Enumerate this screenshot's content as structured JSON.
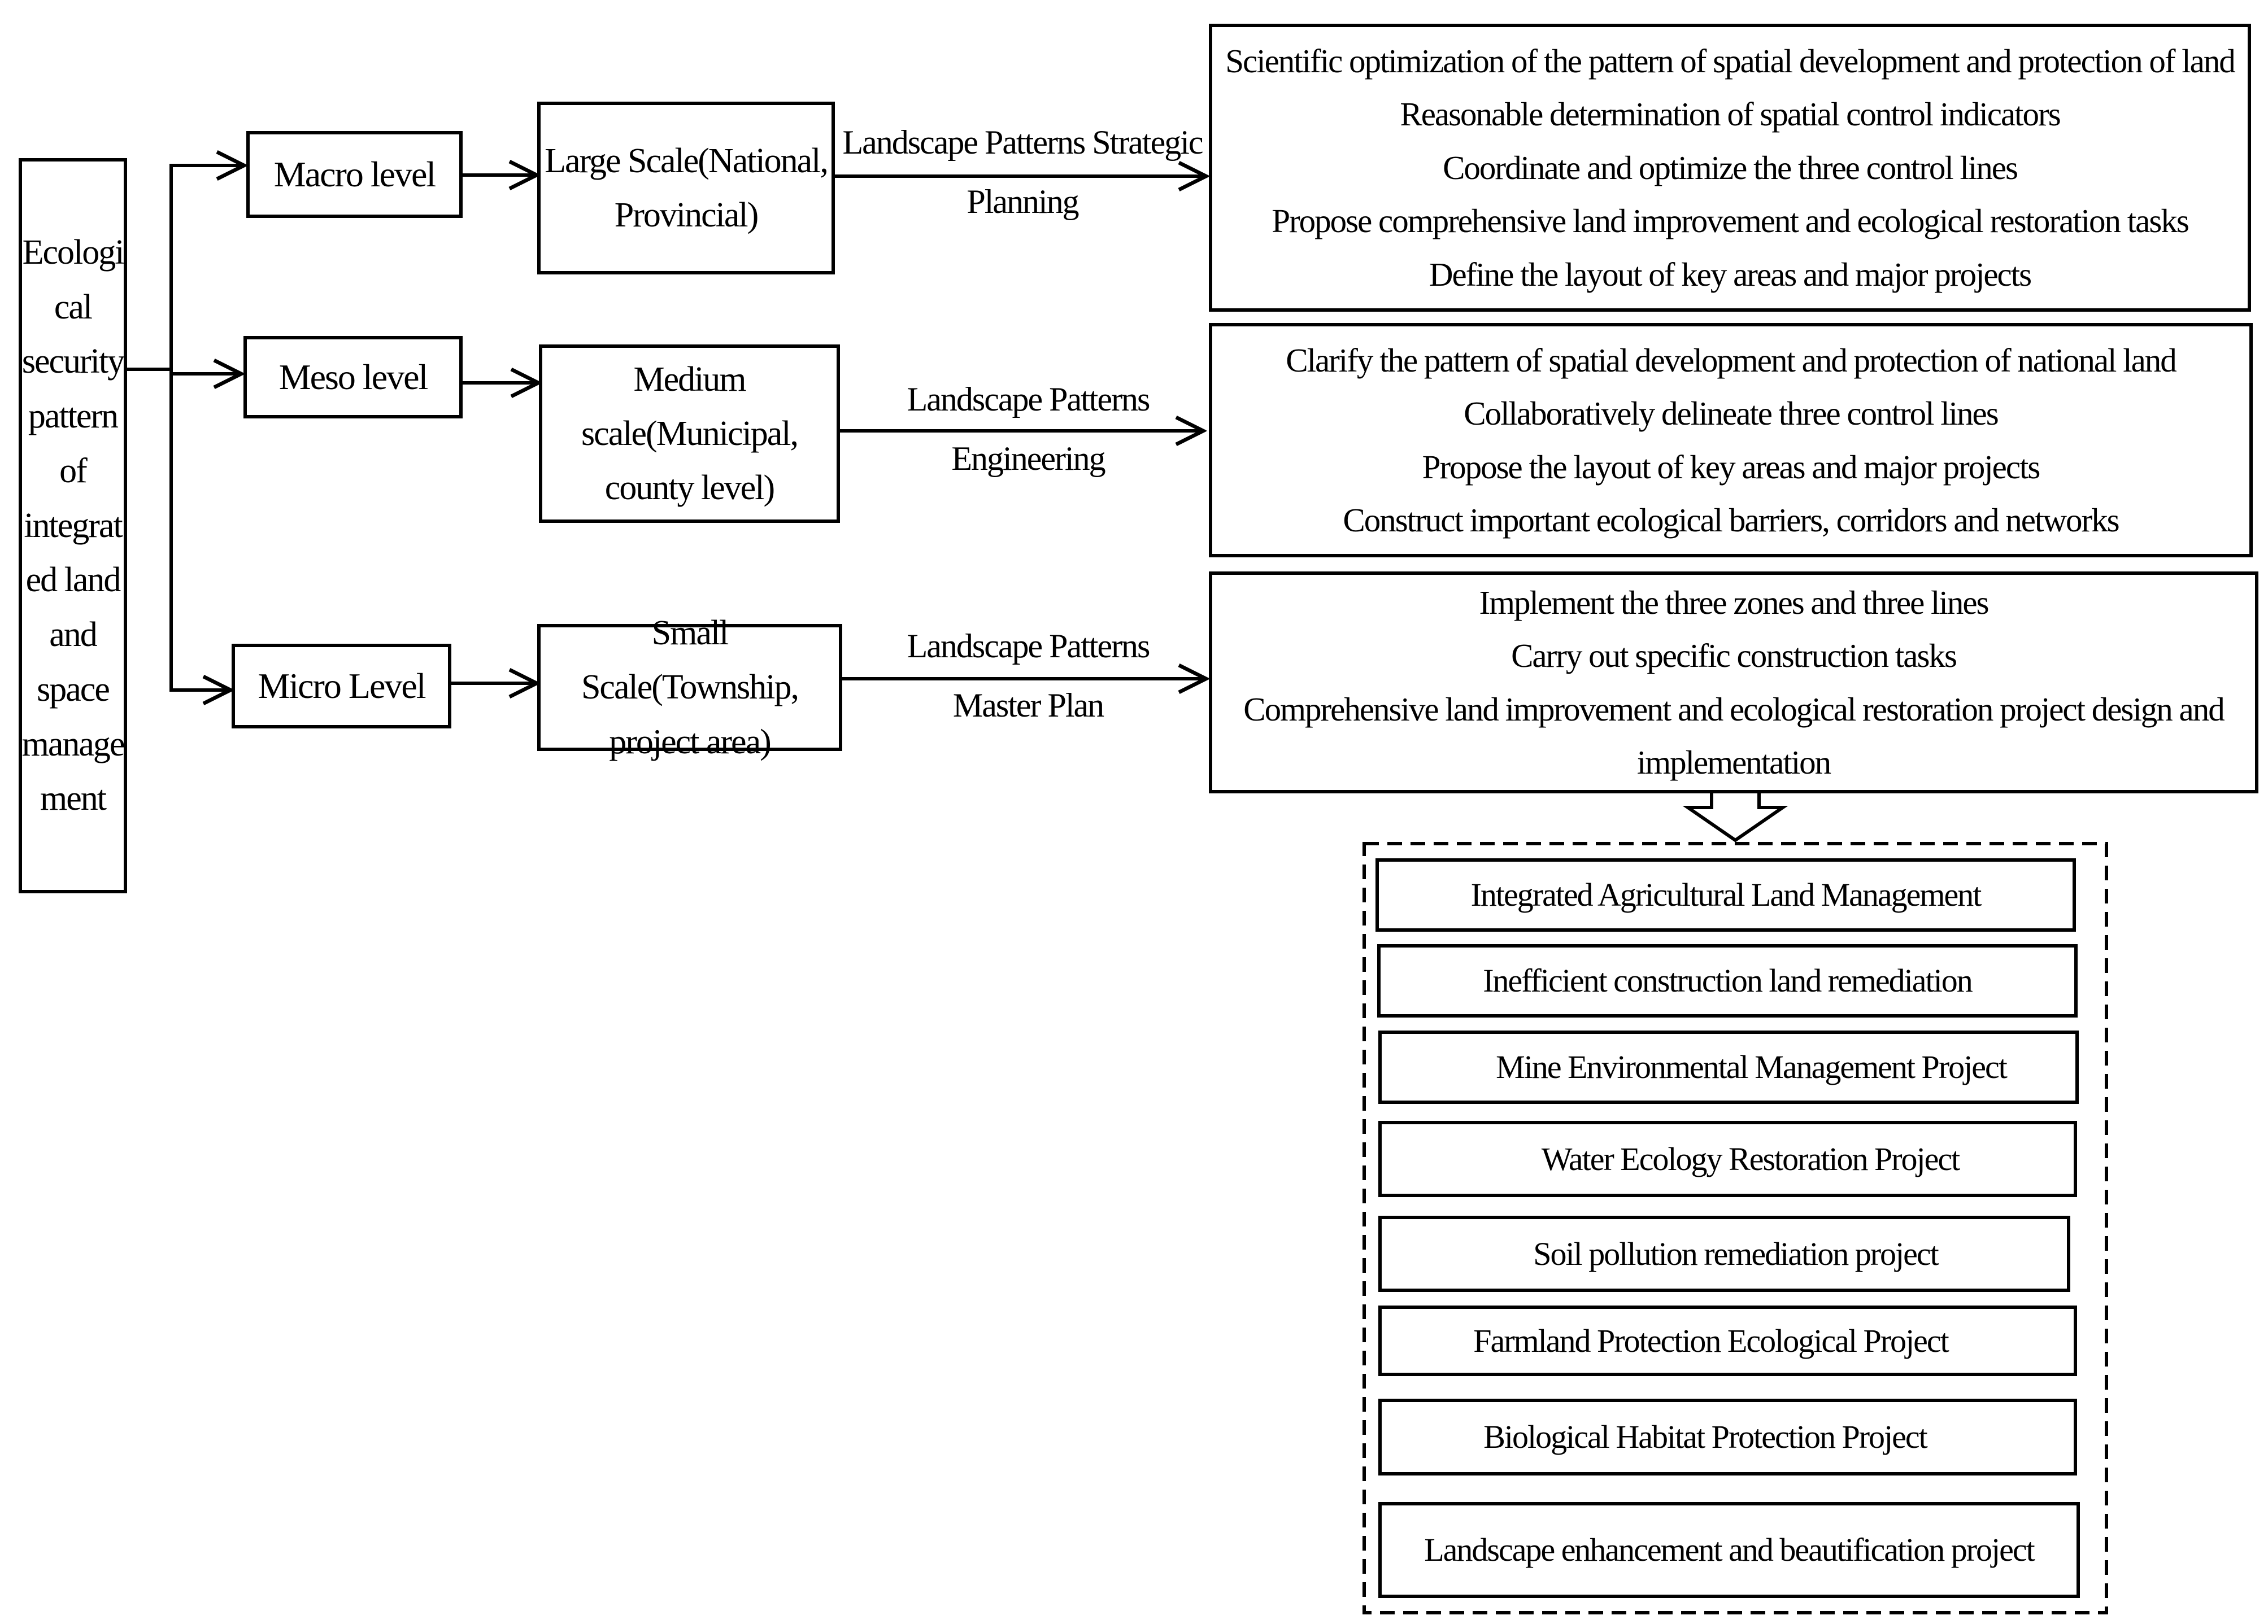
{
  "main_box": {
    "lines": [
      "Ecologi",
      "cal",
      "security",
      "pattern",
      "of",
      "integrat",
      "ed land",
      "and",
      "space",
      "manage",
      "ment"
    ]
  },
  "levels": {
    "macro": "Macro level",
    "meso": "Meso level",
    "micro": "Micro Level"
  },
  "scales": {
    "large": [
      "Large Scale(National,",
      "Provincial)"
    ],
    "medium": [
      "Medium",
      "scale(Municipal,",
      "county level)"
    ],
    "small": [
      "Small Scale(Township,",
      "project area)"
    ]
  },
  "planning": {
    "strategic": [
      "Landscape Patterns Strategic",
      "Planning"
    ],
    "engineering": [
      "Landscape Patterns",
      "Engineering"
    ],
    "master": [
      "Landscape Patterns",
      "Master Plan"
    ]
  },
  "tasks": {
    "macro": [
      "Scientific optimization of the pattern of spatial development and protection of land",
      "Reasonable determination of spatial control indicators",
      "Coordinate and optimize the three control lines",
      "Propose comprehensive land improvement and ecological restoration tasks",
      "Define the layout of key areas and major projects"
    ],
    "meso": [
      "Clarify the pattern of spatial development and protection of national land",
      "Collaboratively delineate three control lines",
      "Propose the layout of key areas and major projects",
      "Construct important ecological barriers, corridors and networks"
    ],
    "micro": [
      "Implement the three zones and three lines",
      "Carry out specific construction tasks",
      "Comprehensive land improvement and ecological restoration project design and",
      "implementation"
    ]
  },
  "projects": [
    "Integrated Agricultural Land Management",
    "Inefficient construction land remediation",
    "Mine Environmental Management Project",
    "Water Ecology Restoration Project",
    "Soil pollution remediation project",
    "Farmland Protection Ecological Project",
    "Biological Habitat Protection Project",
    "Landscape enhancement and beautification project"
  ]
}
